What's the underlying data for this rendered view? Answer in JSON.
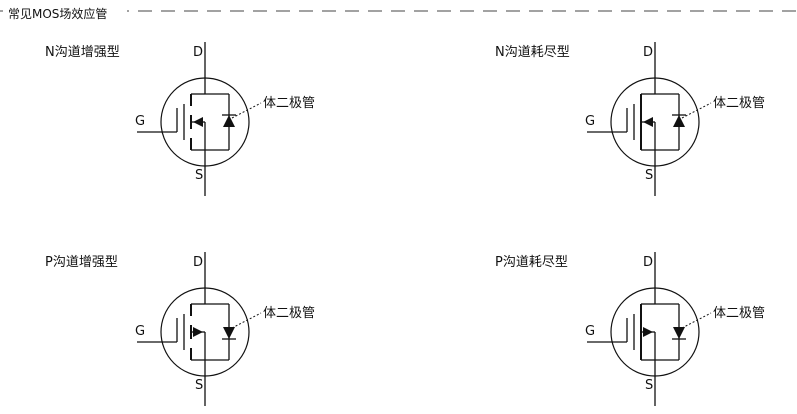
{
  "header": {
    "title": "常见MOS场效应管"
  },
  "colors": {
    "ink": "#111111",
    "dash": "#444444",
    "background": "#ffffff"
  },
  "pin_labels": {
    "drain": "D",
    "gate": "G",
    "source": "S"
  },
  "diode_label": "体二极管",
  "transistors": [
    {
      "title": "N沟道增强型",
      "channel": "N",
      "mode": "enhancement"
    },
    {
      "title": "N沟道耗尽型",
      "channel": "N",
      "mode": "depletion"
    },
    {
      "title": "P沟道增强型",
      "channel": "P",
      "mode": "enhancement"
    },
    {
      "title": "P沟道耗尽型",
      "channel": "P",
      "mode": "depletion"
    }
  ]
}
